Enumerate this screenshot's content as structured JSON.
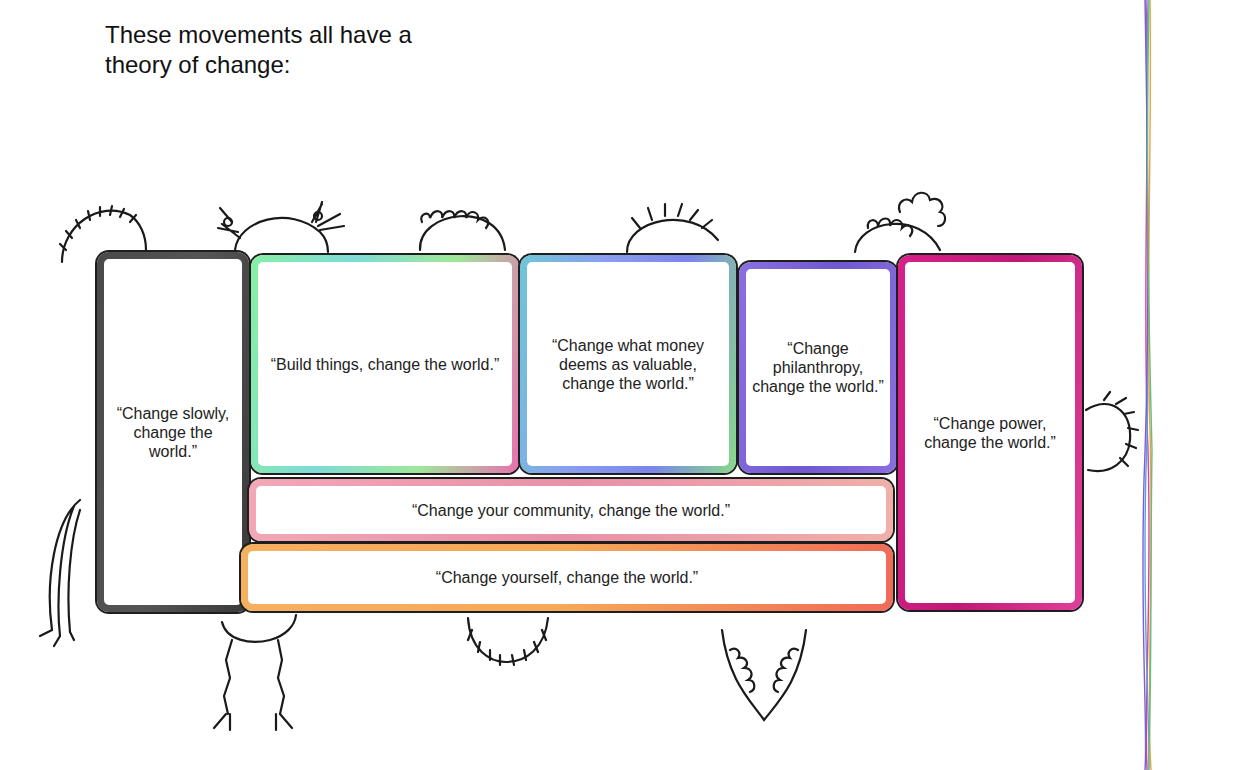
{
  "diagram": {
    "title": "These movements all have a theory of change:",
    "nodes": [
      {
        "text": [
          "“Change slowly, change the world.”"
        ]
      },
      {
        "text": [
          "“Build things, change the world.”"
        ]
      },
      {
        "text": [
          "“Change what money deems as valuable, change the world.”"
        ]
      },
      {
        "text": [
          "“Change philanthropy, change the world.”"
        ]
      },
      {
        "text": [
          "“Change power, change the world.”"
        ]
      },
      {
        "text": [
          "“Change your community, change the world.”"
        ]
      },
      {
        "text": [
          "“Change yourself, change the world.”"
        ]
      }
    ]
  }
}
